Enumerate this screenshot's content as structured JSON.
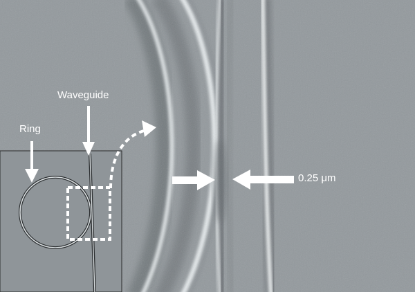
{
  "labels": {
    "ring": "Ring",
    "waveguide": "Waveguide",
    "gap": "0.25 μm"
  },
  "colors": {
    "background": "#93999d",
    "inset_background": "#8f9599",
    "highlight": "#e6ebed",
    "shadow": "#6c7276",
    "annotation": "#ffffff"
  }
}
